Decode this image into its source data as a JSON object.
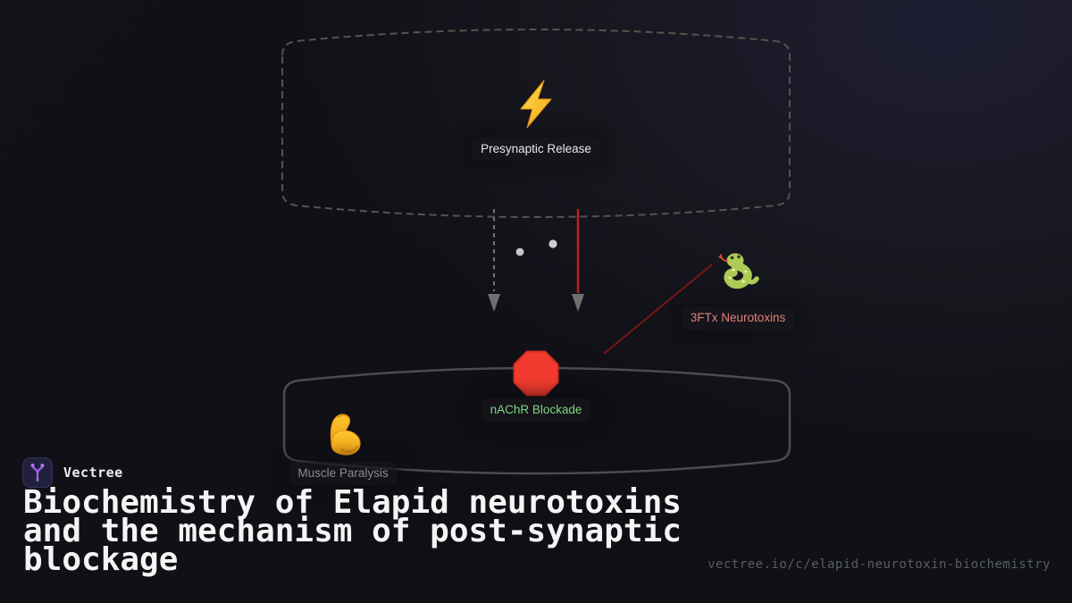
{
  "brand": {
    "name": "Vectree",
    "icon": "vectree-branch-icon",
    "accent_color": "#a45ef2",
    "icon_bg_color": "#21213d"
  },
  "title": {
    "full": "Biochemistry of Elapid neurotoxins and the mechanism of post-synaptic blockage",
    "lines": [
      "Biochemistry of Elapid neurotoxins",
      "and the mechanism of post-synaptic",
      "blockage"
    ]
  },
  "footer": {
    "url": "vectree.io/c/elapid-neurotoxin-biochemistry"
  },
  "diagram": {
    "nodes": [
      {
        "id": "presynaptic-release",
        "label": "Presynaptic Release",
        "icon": "lightning-bolt-icon",
        "label_color": "#e9e9e9"
      },
      {
        "id": "3ftx-neurotoxins",
        "label": "3FTx Neurotoxins",
        "icon": "snake-icon",
        "label_color": "#e2827c"
      },
      {
        "id": "nachr-blockade",
        "label": "nAChR Blockade",
        "icon": "stop-sign-icon",
        "label_color": "#7ed583"
      },
      {
        "id": "muscle-paralysis",
        "label": "Muscle Paralysis",
        "icon": "flexed-biceps-icon",
        "label_color": "#8c8c8c"
      }
    ],
    "containers": [
      {
        "id": "presynaptic-terminal-box",
        "border": "dashed",
        "stroke": "#54544e"
      },
      {
        "id": "postsynaptic-muscle-box",
        "border": "solid",
        "stroke": "#4c4c4c"
      }
    ],
    "edges": [
      {
        "id": "release-dashed-arrow",
        "from": "presynaptic-release",
        "to": "nachr-blockade",
        "style": "dashed",
        "color": "#777777"
      },
      {
        "id": "release-red-arrow",
        "from": "presynaptic-release",
        "to": "nachr-blockade",
        "style": "solid",
        "color": "#bf1f1f"
      },
      {
        "id": "toxin-blockade-link",
        "from": "3ftx-neurotoxins",
        "to": "nachr-blockade",
        "style": "solid",
        "color": "#7a1616"
      }
    ],
    "vesicle_dots": {
      "count": 2,
      "color": "#c6c6c6"
    },
    "stop_sign_color": "#f23b2e"
  }
}
